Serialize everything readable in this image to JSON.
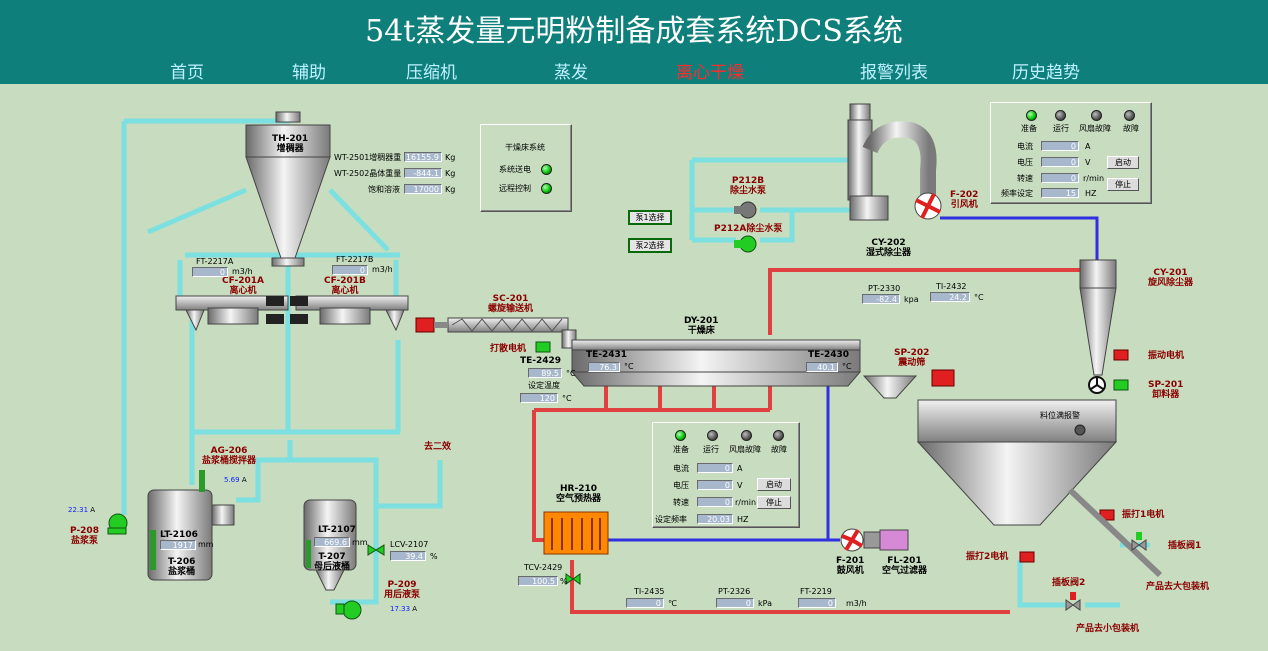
{
  "title": "54t蒸发量元明粉制备成套系统DCS系统",
  "nav": [
    "首页",
    "辅助",
    "压缩机",
    "蒸发",
    "离心干燥",
    "报警列表",
    "历史趋势"
  ],
  "equipment": {
    "th201": [
      "TH-201",
      "增稠器"
    ],
    "cf201a": [
      "CF-201A",
      "离心机"
    ],
    "cf201b": [
      "CF-201B",
      "离心机"
    ],
    "sc201": [
      "SC-201",
      "螺旋输送机"
    ],
    "dy201": [
      "DY-201",
      "干燥床"
    ],
    "cy202": [
      "CY-202",
      "湿式除尘器"
    ],
    "f202": [
      "F-202",
      "引风机"
    ],
    "cy201": [
      "CY-201",
      "旋风除尘器"
    ],
    "p212b": [
      "P212B",
      "除尘水泵"
    ],
    "p212a": "P212A除尘水泵",
    "sp202": [
      "SP-202",
      "震动筛"
    ],
    "sp201": [
      "SP-201",
      "卸料器"
    ],
    "vibmotor": "振动电机",
    "ag206": [
      "AG-206",
      "盐浆桶搅拌器"
    ],
    "t206": [
      "T-206",
      "盐浆桶"
    ],
    "t207": [
      "T-207",
      "母后液桶"
    ],
    "p208": [
      "P-208",
      "盐浆泵"
    ],
    "p209": [
      "P-209",
      "用后液泵"
    ],
    "to_effect2": "去二效",
    "hr210": [
      "HR-210",
      "空气预热器"
    ],
    "f201": [
      "F-201",
      "鼓风机"
    ],
    "fl201": [
      "FL-201",
      "空气过滤器"
    ],
    "breaker": "打散电机",
    "v1m": "振打1电机",
    "v2m": "振打2电机",
    "valve1": "插板阀1",
    "valve2": "插板阀2",
    "big_pack": "产品去大包装机",
    "small_pack": "产品去小包装机",
    "bin_alarm": "料位满报警"
  },
  "tags": {
    "wt2501": {
      "label": "WT-2501增稠器重",
      "value": "16155.9",
      "unit": "Kg"
    },
    "wt2502": {
      "label": "WT-2502晶体重量",
      "value": "-844.1",
      "unit": "Kg"
    },
    "sat": {
      "label": "饱和溶液",
      "value": "17000",
      "unit": "Kg"
    },
    "ft2217a": {
      "label": "FT-2217A",
      "value": "0",
      "unit": "m3/h"
    },
    "ft2217b": {
      "label": "FT-2217B",
      "value": "0",
      "unit": "m3/h"
    },
    "lt2106": {
      "label": "LT-2106",
      "value": "1917",
      "unit": "mm"
    },
    "lt2107": {
      "label": "LT-2107",
      "value": "669.6",
      "unit": "mm"
    },
    "lcv2107": {
      "label": "LCV-2107",
      "value": "39.4",
      "unit": "%"
    },
    "ag_a": {
      "value": "5.69",
      "unit": "A"
    },
    "p208_a": {
      "value": "22.31",
      "unit": "A"
    },
    "p209_a": {
      "value": "17.33",
      "unit": "A"
    },
    "te2429": {
      "label": "TE-2429",
      "value": "89.5",
      "unit": "°C"
    },
    "set_temp": {
      "label": "设定温度",
      "value": "120",
      "unit": "°C"
    },
    "te2431": {
      "label": "TE-2431",
      "value": "76.3",
      "unit": "°C"
    },
    "te2430": {
      "label": "TE-2430",
      "value": "40.1",
      "unit": "°C"
    },
    "pt2330": {
      "label": "PT-2330",
      "value": "-82.4",
      "unit": "kpa"
    },
    "ti2432": {
      "label": "TI-2432",
      "value": "24.2",
      "unit": "°C"
    },
    "tcv2429": {
      "label": "TCV-2429",
      "value": "100.5",
      "unit": "%"
    },
    "ti2435": {
      "label": "TI-2435",
      "value": "0",
      "unit": "℃"
    },
    "pt2326": {
      "label": "PT-2326",
      "value": "0",
      "unit": "kPa"
    },
    "ft2219": {
      "label": "FT-2219",
      "value": "0",
      "unit": "m3/h"
    }
  },
  "dryer_panel": {
    "title": "干燥床系统",
    "rows": [
      "系统送电",
      "远程控制"
    ]
  },
  "pump_select": [
    "泵1选择",
    "泵2选择"
  ],
  "motor_panel": {
    "leds": [
      "准备",
      "运行",
      "风扇故障",
      "故障"
    ],
    "current_label": "电流",
    "current": "0",
    "current_unit": "A",
    "voltage_label": "电压",
    "voltage": "0",
    "voltage_unit": "V",
    "speed_label": "转速",
    "speed": "0",
    "speed_unit": "r/min",
    "freq_label": "频率设定",
    "start": "启动",
    "stop": "停止"
  },
  "fan_top": {
    "freq": "15",
    "freq_unit": "HZ"
  },
  "fan_bottom": {
    "freq": "20.03",
    "freq_unit": "HZ",
    "freq_label": "设定频率"
  },
  "colors": {
    "pipe_cyan": "#7de0e0",
    "pipe_red": "#e04040",
    "pipe_blue": "#3030e0",
    "header": "#0f7f7c",
    "background": "#c8ddc0"
  }
}
